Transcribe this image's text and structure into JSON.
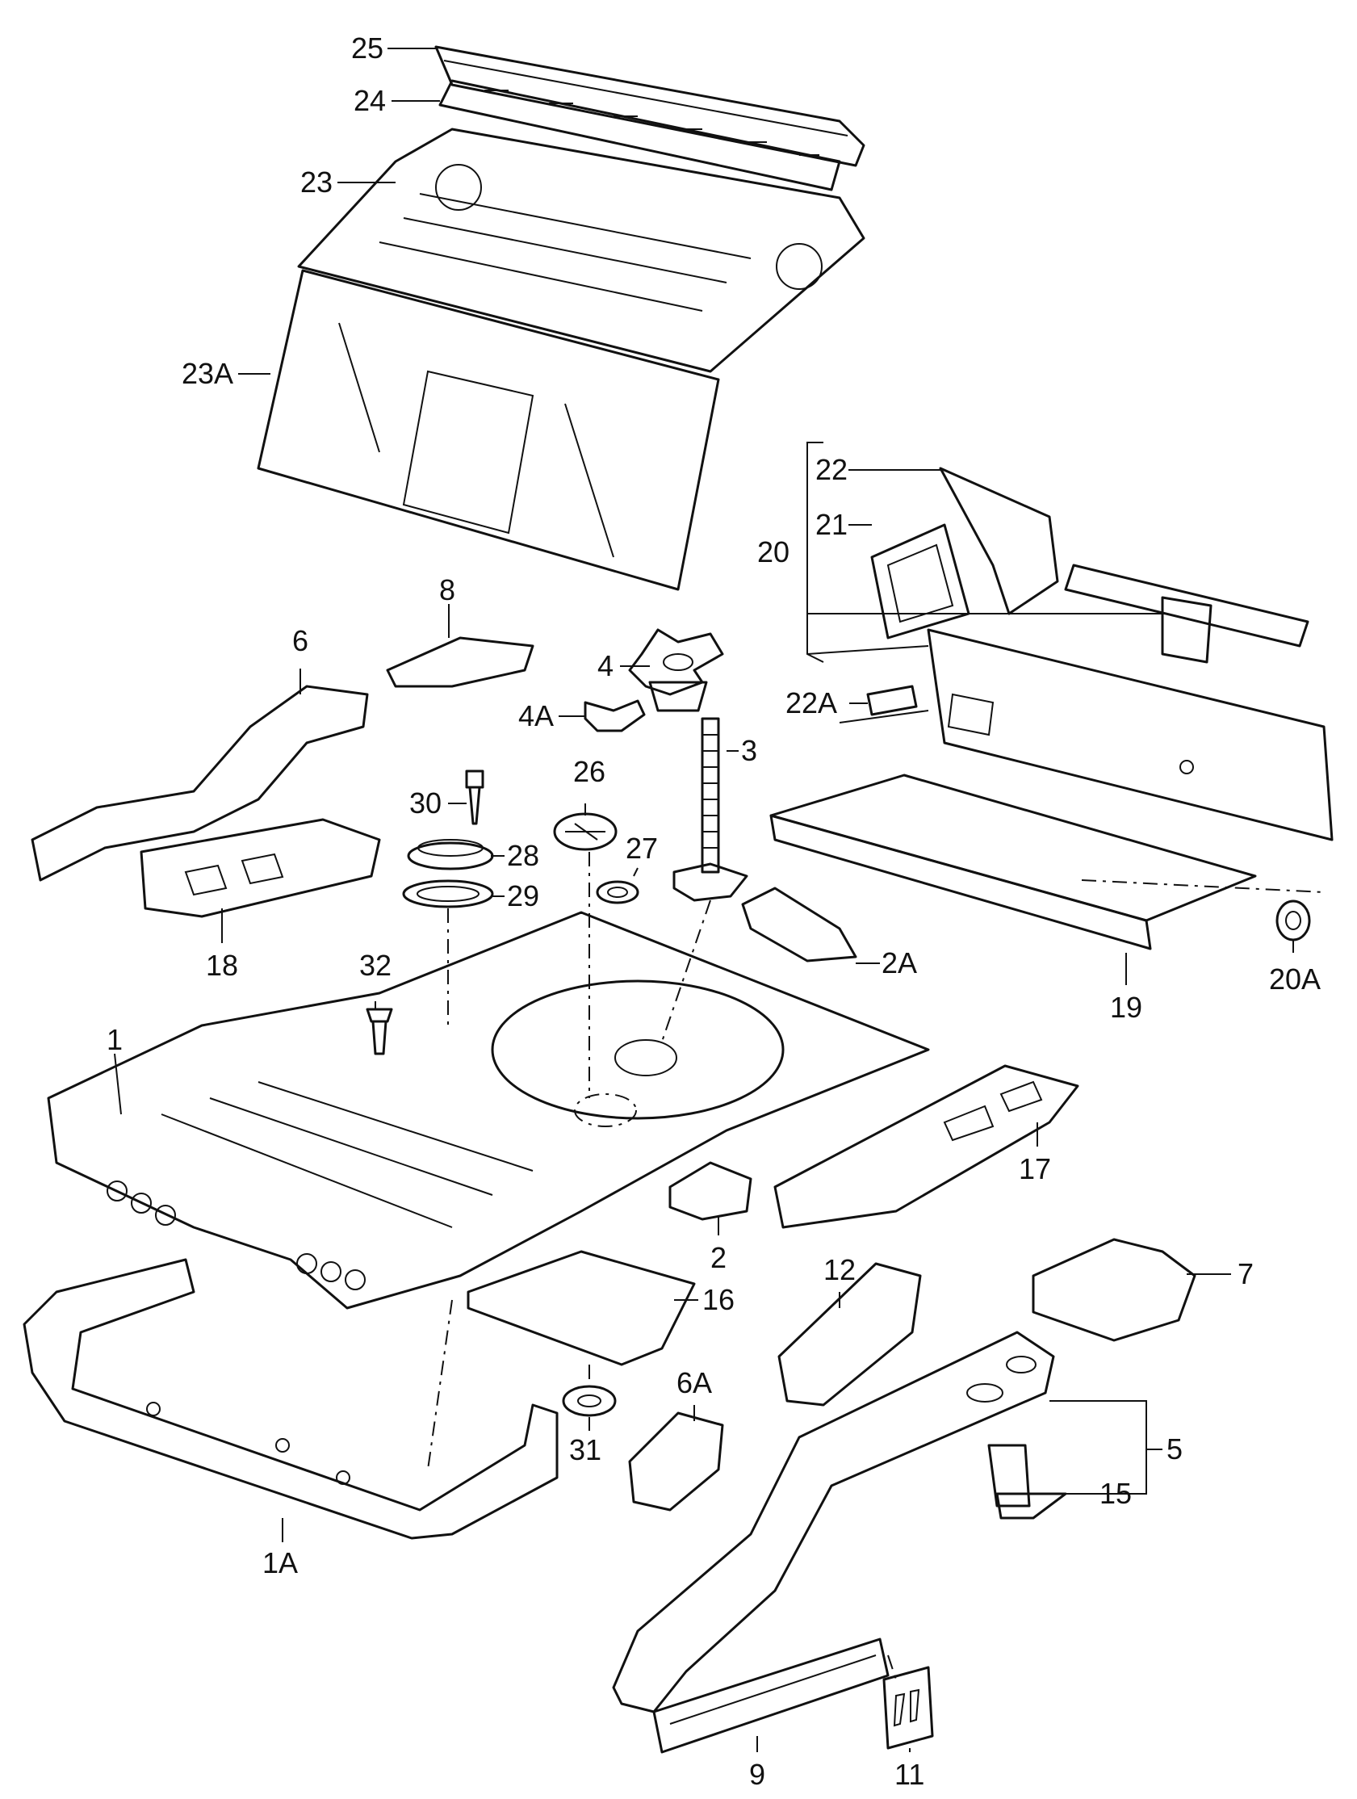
{
  "labels": {
    "p1": "1",
    "p1A": "1A",
    "p2": "2",
    "p2A": "2A",
    "p3": "3",
    "p4": "4",
    "p4A": "4A",
    "p5": "5",
    "p6": "6",
    "p6A": "6A",
    "p7": "7",
    "p8": "8",
    "p9": "9",
    "p11": "11",
    "p12": "12",
    "p15": "15",
    "p16": "16",
    "p17": "17",
    "p18": "18",
    "p19": "19",
    "p20": "20",
    "p20A": "20A",
    "p21": "21",
    "p22": "22",
    "p22A": "22A",
    "p23": "23",
    "p23A": "23A",
    "p24": "24",
    "p25": "25",
    "p26": "26",
    "p27": "27",
    "p28": "28",
    "p29": "29",
    "p30": "30",
    "p31": "31",
    "p32": "32"
  }
}
